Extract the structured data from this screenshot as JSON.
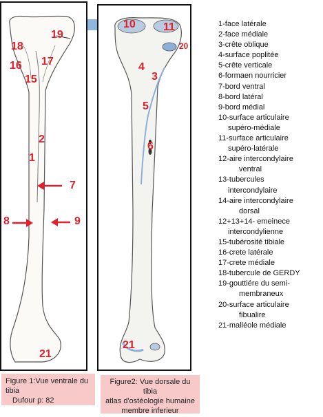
{
  "figure1": {
    "labels": [
      "18",
      "19",
      "16",
      "17",
      "15",
      "2",
      "1",
      "7",
      "8",
      "9",
      "21"
    ],
    "caption_line1": "Figure 1:Vue ventrale du tibia",
    "caption_line2": "Dufour p: 82"
  },
  "figure2": {
    "labels": [
      "10",
      "11",
      "20",
      "4",
      "3",
      "5",
      "6",
      "21"
    ],
    "caption_line1": "Figure2: Vue dorsale du tibia",
    "caption_line2": "atlas d'ostéologie humaine",
    "caption_line3": "membre inferieur"
  },
  "legend": [
    {
      "text": "1-face latérale"
    },
    {
      "text": "2-face médiale"
    },
    {
      "text": "3-crête oblique"
    },
    {
      "text": "4-surface poplitée"
    },
    {
      "text": "5-crête verticale"
    },
    {
      "text": "6-formaen nourricier"
    },
    {
      "text": "7-bord ventral"
    },
    {
      "text": "8-bord latéral"
    },
    {
      "text": "9-bord médial"
    },
    {
      "text": "10-surface articulaire",
      "cont": "supéro-médiale"
    },
    {
      "text": "11-surface articulaire",
      "cont": "supéro-latérale"
    },
    {
      "text": "12-aire intercondylaire",
      "cont": "ventral"
    },
    {
      "text": "13-tubercules",
      "cont": "intercondylaire"
    },
    {
      "text": "14-aire intercondylaire",
      "cont": "dorsal"
    },
    {
      "text": "12+13+14- emeinece",
      "cont": "intercondylienne"
    },
    {
      "text": "15-tubérosité tibiale"
    },
    {
      "text": "16-crete latérale"
    },
    {
      "text": "17-crete médiale"
    },
    {
      "text": "18-tubercule de GERDY"
    },
    {
      "text": "19-gouttiére du semi-",
      "cont": "membraneux"
    },
    {
      "text": "20-surface articulaire",
      "cont": "fibualire"
    },
    {
      "text": "21-malléole médiale"
    }
  ],
  "colors": {
    "label_red": "#e0202a",
    "caption_bg": "#f7c9c9",
    "blue_strip": "#8fb6df"
  }
}
